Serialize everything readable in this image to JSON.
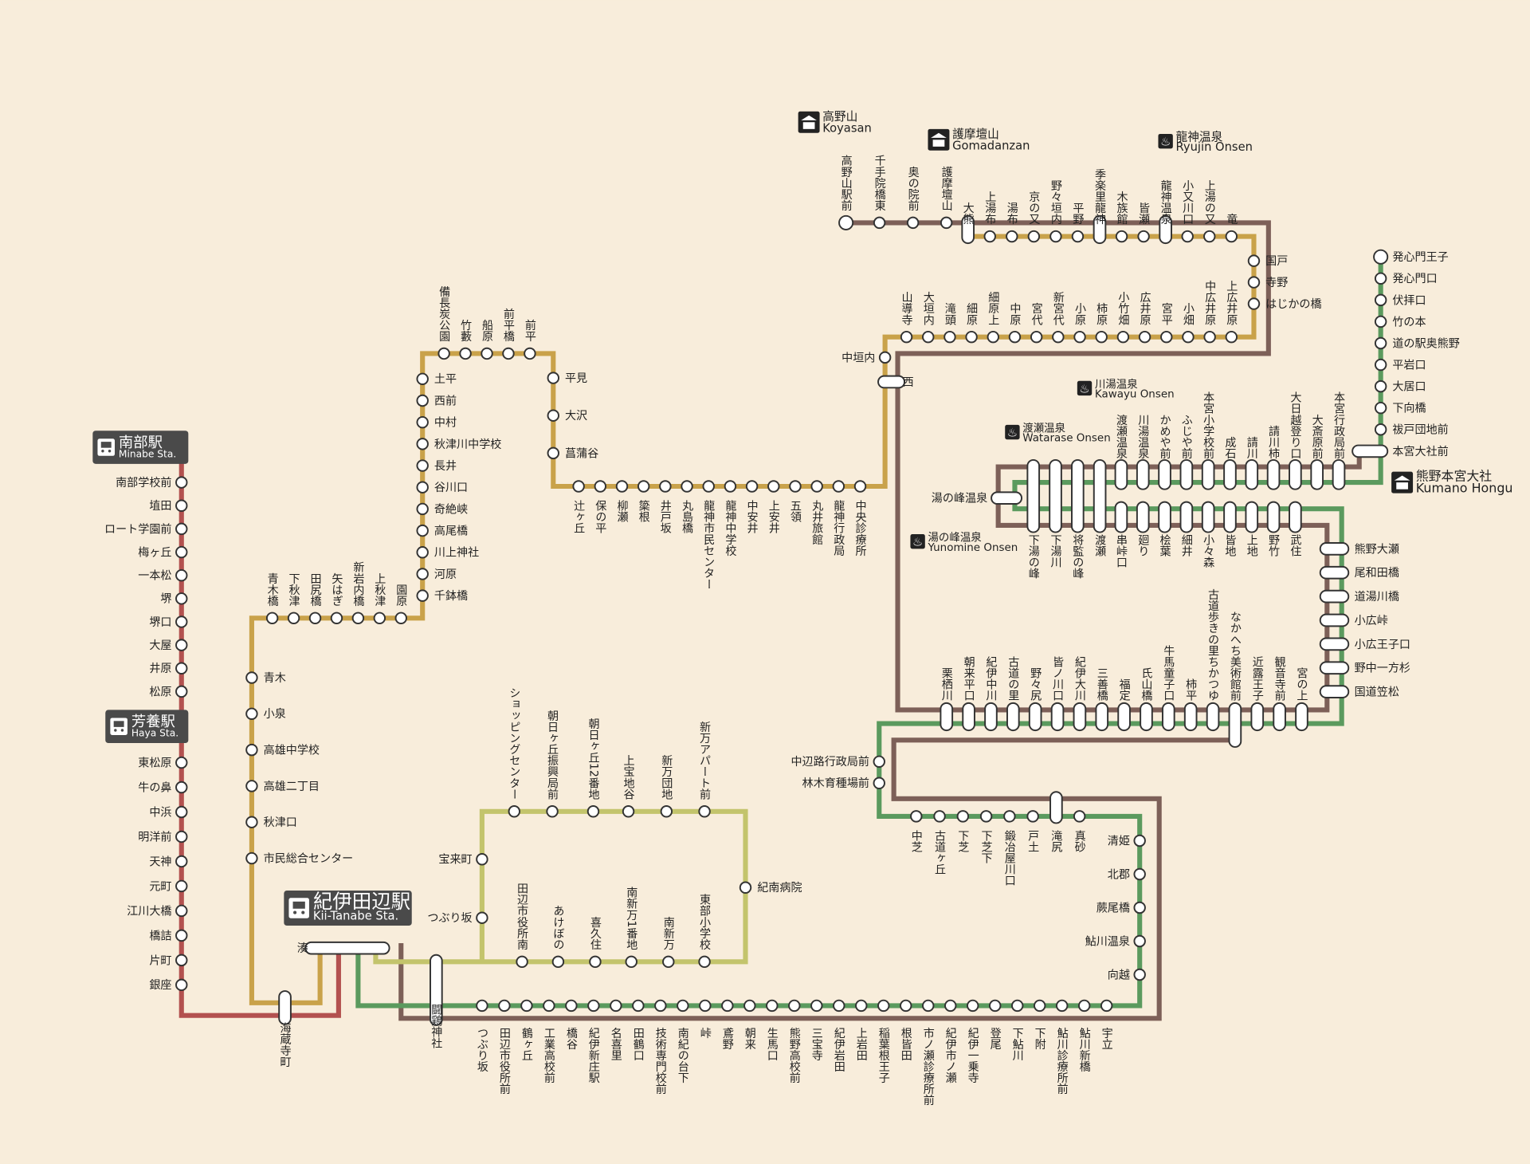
{
  "colors": {
    "background": "#f8eddb",
    "brown": "#7d6058",
    "gold": "#c9a24a",
    "green": "#5b9a5e",
    "olive": "#c3c46c",
    "red": "#b3514f",
    "hub": "#4a4a4a"
  },
  "hubs": {
    "minabe": {
      "ja": "南部駅",
      "en": "Minabe Sta."
    },
    "haya": {
      "ja": "芳養駅",
      "en": "Haya Sta."
    },
    "kii_tanabe": {
      "ja": "紀伊田辺駅",
      "en": "Kii-Tanabe Sta."
    }
  },
  "landmarks": {
    "koyasan": {
      "ja": "高野山",
      "en": "Koyasan",
      "icon": "temple-icon"
    },
    "gomadanzan": {
      "ja": "護摩壇山",
      "en": "Gomadanzan",
      "icon": "temple-icon"
    },
    "ryujin": {
      "ja": "龍神温泉",
      "en": "Ryujin Onsen",
      "icon": "hot-spring-icon"
    },
    "kawayu": {
      "ja": "川湯温泉",
      "en": "Kawayu Onsen",
      "icon": "hot-spring-icon"
    },
    "watarase": {
      "ja": "渡瀬温泉",
      "en": "Watarase Onsen",
      "icon": "hot-spring-icon"
    },
    "yunomine": {
      "ja": "湯の峰温泉",
      "en": "Yunomine Onsen",
      "icon": "hot-spring-icon"
    },
    "hongu": {
      "ja": "熊野本宮大社",
      "en": "Kumano Hongu",
      "icon": "temple-icon"
    }
  },
  "stations": {
    "koya_top": [
      "高野山駅前",
      "千手院橋東",
      "奥の院前",
      "護摩壇山"
    ],
    "ryujin_upper": [
      "大熊",
      "上湯布",
      "湯布",
      "京の又",
      "野々垣内",
      "平野",
      "季楽里龍神",
      "木族館",
      "皆瀬",
      "龍神温泉",
      "小又川口",
      "上湯の又",
      "竜"
    ],
    "ryujin_right": [
      "国戸",
      "寺野",
      "はじかの橋"
    ],
    "ryujin_lower": [
      "山導寺",
      "大垣内",
      "滝頭",
      "細原",
      "細原上",
      "中原",
      "宮代",
      "新宮代",
      "小原",
      "柿原",
      "小竹畑",
      "広井原",
      "宮平",
      "小畑",
      "中広井原",
      "上広井原"
    ],
    "nakagaito": [
      "中垣内"
    ],
    "nishi": [
      "西"
    ],
    "ryujin_mid": [
      "辻ヶ丘",
      "保の平",
      "柳瀬",
      "簗根",
      "井戸坂",
      "丸島橋",
      "龍神市民センター",
      "龍神中学校",
      "中安井",
      "上安井",
      "五領",
      "丸井旅館",
      "龍神行政局",
      "中央診療所"
    ],
    "hirami": [
      "平見",
      "大沢",
      "菖蒲谷"
    ],
    "maehira": [
      "備長炭公園",
      "竹藪",
      "船原",
      "前平橋",
      "前平"
    ],
    "akizu_vert": [
      "土平",
      "西前",
      "中村",
      "秋津川中学校",
      "長井",
      "谷川口",
      "奇絶峡",
      "高尾橋",
      "川上神社",
      "河原",
      "千鉢橋"
    ],
    "akizu_row": [
      "青木橋",
      "下秋津",
      "田尻橋",
      "矢はぎ",
      "新岩内橋",
      "上秋津",
      "園原"
    ],
    "takao": [
      "青木",
      "小泉",
      "高雄中学校",
      "高雄二丁目",
      "秋津口",
      "市民総合センター"
    ],
    "minabe_line": [
      "南部学校前",
      "埴田",
      "ロート学園前",
      "梅ヶ丘",
      "一本松",
      "堺",
      "堺口",
      "大屋",
      "井原",
      "松原"
    ],
    "haya_line": [
      "東松原",
      "牛の鼻",
      "中浜",
      "明洋前",
      "天神",
      "元町",
      "江川大橋",
      "橋詰",
      "片町",
      "銀座"
    ],
    "minato": [
      "湊"
    ],
    "kaizojicho": [
      "海蔵寺町"
    ],
    "tokei": [
      "闘鶏神社"
    ],
    "loop_top": [
      "ショッピングセンター",
      "朝日ヶ丘振興局前",
      "朝日ヶ丘12番地",
      "上宝地谷",
      "新万団地",
      "新万アパート前"
    ],
    "loop_left": [
      "宝来町",
      "つぶり坂"
    ],
    "loop_right": [
      "紀南病院"
    ],
    "loop_bottom": [
      "田辺市役所南",
      "あけぼの",
      "喜久住",
      "南新万1番地",
      "南新万",
      "東部小学校"
    ],
    "nakahechi_bottom": [
      "つぶり坂",
      "田辺市役所前",
      "鶴ヶ丘",
      "工業高校前",
      "橋谷",
      "紀伊新庄駅",
      "名喜里",
      "田鶴口",
      "技術専門校前",
      "南紀の台下",
      "峠",
      "鳶野",
      "朝来",
      "生馬口",
      "熊野高校前",
      "三宝寺",
      "紀伊岩田",
      "上岩田",
      "稲葉根王子",
      "根皆田",
      "市ノ瀬診療所前",
      "紀伊市ノ瀬",
      "紀伊一乗寺",
      "登尾",
      "下鮎川",
      "下附",
      "鮎川診療所前",
      "鮎川新橋",
      "宇立"
    ],
    "ayukawa": [
      "清姫",
      "北郡",
      "蕨尾橋",
      "鮎川温泉",
      "向越"
    ],
    "takijiri_row": [
      "中芝",
      "古道ヶ丘",
      "下芝",
      "下芝下",
      "鍛冶屋川口",
      "戸土",
      "滝尻",
      "真砂"
    ],
    "nakahechi_admin": [
      "中辺路行政局前",
      "林木育種場前"
    ],
    "chikatsuyu_row": [
      "栗栖川",
      "朝来平口",
      "紀伊中川",
      "古道の里",
      "野々尻",
      "皆ノ川口",
      "紀伊大川",
      "三善橋",
      "福定",
      "氏山橋",
      "牛馬童子口",
      "柿平",
      "古道歩きの里ちかつゆ",
      "なかへち美術館前",
      "近露王子",
      "観音寺前",
      "宮の上"
    ],
    "kumano_right": [
      "熊野大瀬",
      "尾和田橋",
      "道湯川橋",
      "小広峠",
      "小広王子口",
      "野中一方杉",
      "国道笠松"
    ],
    "hongu_upper": [
      "渡瀬温泉",
      "川湯温泉",
      "かめや前",
      "ふじや前",
      "本宮小学校前",
      "成石",
      "請川",
      "請川柿",
      "大日越登り口",
      "大斎原前",
      "本宮行政局前"
    ],
    "hongu_long": [
      "下湯の峰",
      "下湯川",
      "将監の峰",
      "渡瀬"
    ],
    "hongu_lower": [
      "串峠口",
      "廻り",
      "桧葉",
      "細井",
      "小々森",
      "皆地",
      "上地",
      "野竹",
      "武住"
    ],
    "yunomine_stop": [
      "湯の峰温泉"
    ],
    "hongu_taisha": [
      "本宮大社前"
    ],
    "hosshinmon": [
      "発心門王子",
      "発心門口",
      "伏拝口",
      "竹の本",
      "道の駅奥熊野",
      "平岩口",
      "大居口",
      "下向橋",
      "祓戸団地前"
    ]
  }
}
